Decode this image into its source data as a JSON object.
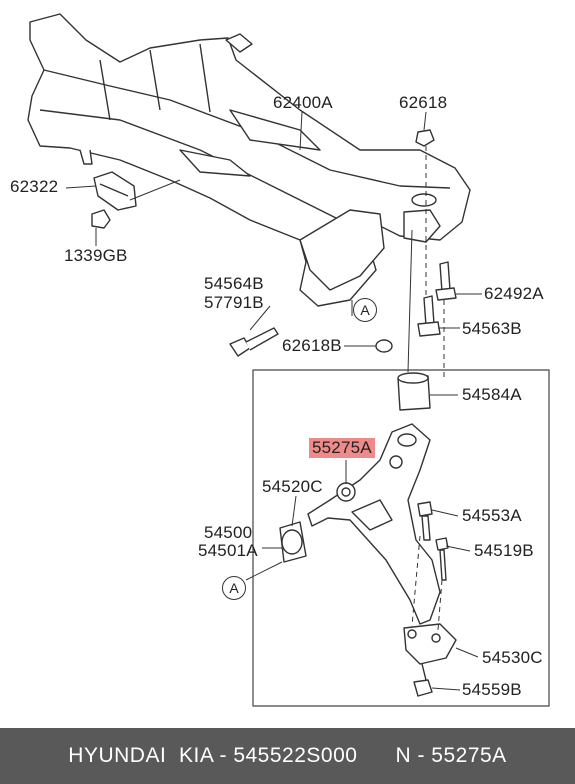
{
  "labels": {
    "p62400A": "62400A",
    "p62618_top": "62618",
    "p62322": "62322",
    "p1339GB": "1339GB",
    "p54564B": "54564B",
    "p57791B": "57791B",
    "p62492A": "62492A",
    "p54563B": "54563B",
    "p62618B": "62618B",
    "p54584A": "54584A",
    "p55275A": "55275A",
    "p54520C": "54520C",
    "p54500": "54500",
    "p54501A": "54501A",
    "p54553A": "54553A",
    "p54519B": "54519B",
    "p54530C": "54530C",
    "p54559B": "54559B"
  },
  "callouts": {
    "a_top": "A",
    "a_bottom": "A"
  },
  "footer": {
    "text": "HYUNDAI  KIA - 545522S000      N - 55275A"
  },
  "colors": {
    "highlight": "#f08a8a",
    "footer_bg": "#595959",
    "line": "#333333"
  }
}
